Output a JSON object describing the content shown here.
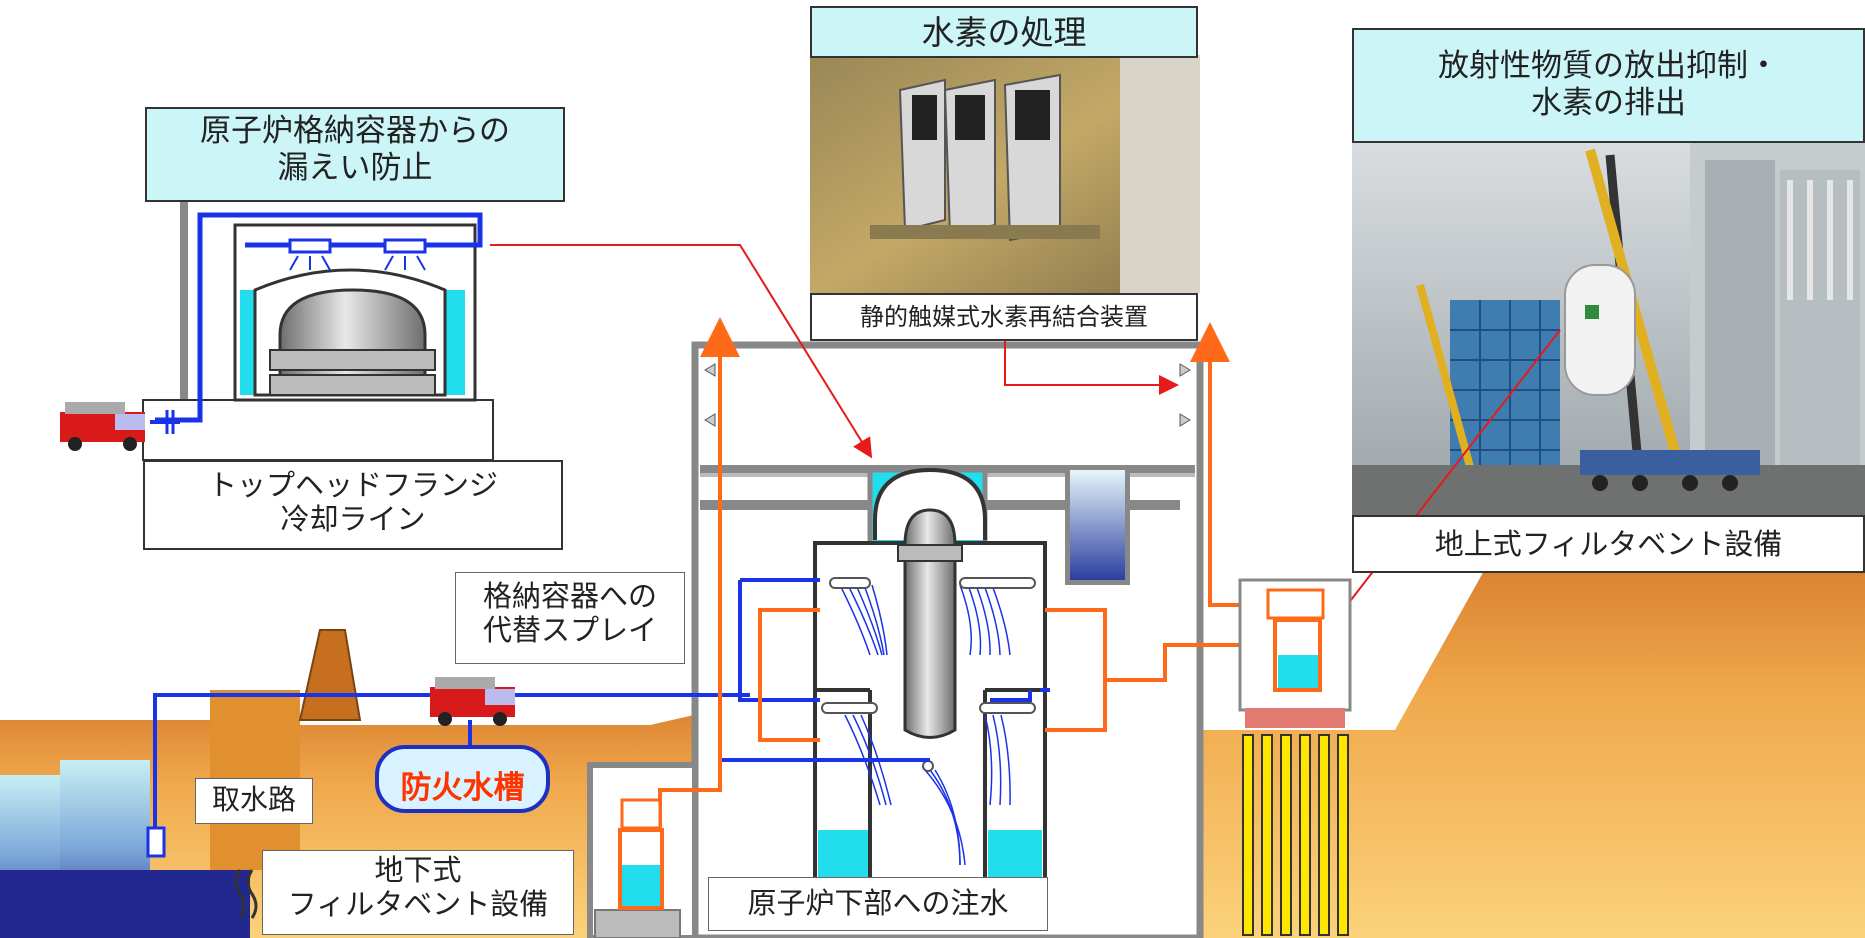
{
  "labels": {
    "leak_prevention": "原子炉格納容器からの\n漏えい防止",
    "top_head_flange": "トップヘッドフランジ\n冷却ライン",
    "hydrogen_processing": "水素の処理",
    "par_device": "静的触媒式水素再結合装置",
    "release_suppression": "放射性物質の放出抑制・\n水素の排出",
    "above_ground_filter": "地上式フィルタベント設備",
    "alt_spray": "格納容器への\n代替スプレイ",
    "water_intake": "取水路",
    "fire_water_tank": "防火水槽",
    "underground_filter": "地下式\nフィルタベント設備",
    "lower_injection": "原子炉下部への注水"
  },
  "icons": [
    "fire-truck-icon",
    "spray-nozzle-icon",
    "filter-vent-tank-icon",
    "pipe-break-icon"
  ],
  "colors": {
    "water_line": "#1a33e6",
    "vent_line": "#ff6a1a",
    "arrow_red": "#e61a1a",
    "water_cyan": "#22ddee",
    "ground": "#e8a04a",
    "label_cyan": "#ccf5f8",
    "pile_yellow": "#ffe600"
  }
}
